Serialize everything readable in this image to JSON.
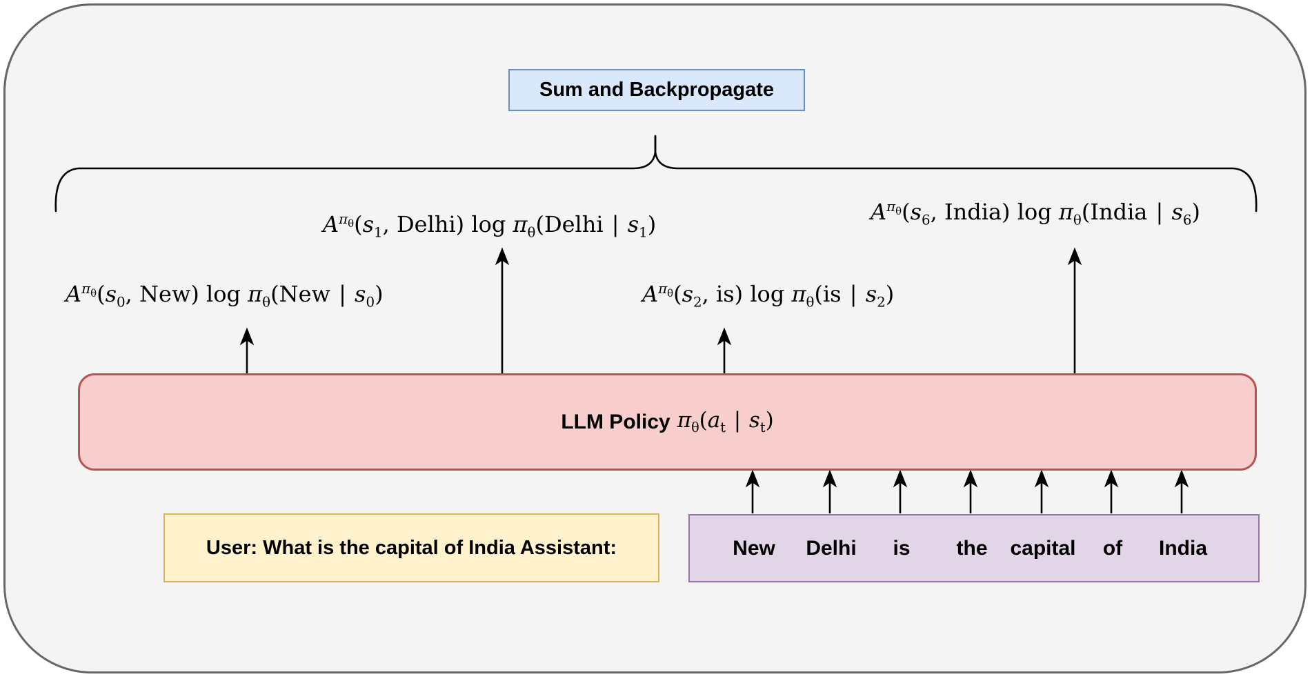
{
  "colors": {
    "canvas_fill": "#f4f4f4",
    "canvas_stroke": "#666666",
    "blue_fill": "#dae8fc",
    "blue_stroke": "#6c8ebf",
    "red_fill": "#f8cecc",
    "red_stroke": "#b85450",
    "yellow_fill": "#fff2cc",
    "yellow_stroke": "#d6b656",
    "purple_fill": "#e1d5e7",
    "purple_stroke": "#9673a6",
    "line": "#000000"
  },
  "sum_box": {
    "label": "Sum and Backpropagate"
  },
  "policy_box": {
    "label": "LLM Policy",
    "math": [
      {
        "t": "psub",
        "v": "π",
        "s": "θ"
      },
      {
        "t": "r",
        "v": "("
      },
      {
        "t": "i",
        "v": "a"
      },
      {
        "t": "sub",
        "v": "t"
      },
      {
        "t": "bar",
        "v": "|"
      },
      {
        "t": "i",
        "v": "s"
      },
      {
        "t": "sub",
        "v": "t"
      },
      {
        "t": "r",
        "v": ")"
      }
    ]
  },
  "prompt_box": {
    "label": "User: What is the capital of India Assistant:"
  },
  "response_tokens": [
    "New",
    "Delhi",
    "is",
    "the",
    "capital",
    "of",
    "India"
  ],
  "gradient_terms": [
    {
      "segments": [
        {
          "t": "i",
          "v": "A"
        },
        {
          "t": "sup2",
          "v": "π",
          "s": "θ"
        },
        {
          "t": "r",
          "v": "("
        },
        {
          "t": "i",
          "v": "s"
        },
        {
          "t": "sub",
          "v": "0"
        },
        {
          "t": "r",
          "v": ", New) log "
        },
        {
          "t": "psub",
          "v": "π",
          "s": "θ"
        },
        {
          "t": "r",
          "v": "(New"
        },
        {
          "t": "bar",
          "v": "|"
        },
        {
          "t": "i",
          "v": "s"
        },
        {
          "t": "sub",
          "v": "0"
        },
        {
          "t": "r",
          "v": ")"
        }
      ]
    },
    {
      "segments": [
        {
          "t": "i",
          "v": "A"
        },
        {
          "t": "sup2",
          "v": "π",
          "s": "θ"
        },
        {
          "t": "r",
          "v": "("
        },
        {
          "t": "i",
          "v": "s"
        },
        {
          "t": "sub",
          "v": "1"
        },
        {
          "t": "r",
          "v": ", Delhi) log "
        },
        {
          "t": "psub",
          "v": "π",
          "s": "θ"
        },
        {
          "t": "r",
          "v": "(Delhi"
        },
        {
          "t": "bar",
          "v": "|"
        },
        {
          "t": "i",
          "v": "s"
        },
        {
          "t": "sub",
          "v": "1"
        },
        {
          "t": "r",
          "v": ")"
        }
      ]
    },
    {
      "segments": [
        {
          "t": "i",
          "v": "A"
        },
        {
          "t": "sup2",
          "v": "π",
          "s": "θ"
        },
        {
          "t": "r",
          "v": "("
        },
        {
          "t": "i",
          "v": "s"
        },
        {
          "t": "sub",
          "v": "2"
        },
        {
          "t": "r",
          "v": ", is) log "
        },
        {
          "t": "psub",
          "v": "π",
          "s": "θ"
        },
        {
          "t": "r",
          "v": "(is"
        },
        {
          "t": "bar",
          "v": "|"
        },
        {
          "t": "i",
          "v": "s"
        },
        {
          "t": "sub",
          "v": "2"
        },
        {
          "t": "r",
          "v": ")"
        }
      ]
    },
    {
      "segments": [
        {
          "t": "i",
          "v": "A"
        },
        {
          "t": "sup2",
          "v": "π",
          "s": "θ"
        },
        {
          "t": "r",
          "v": "("
        },
        {
          "t": "i",
          "v": "s"
        },
        {
          "t": "sub",
          "v": "6"
        },
        {
          "t": "r",
          "v": ", India) log "
        },
        {
          "t": "psub",
          "v": "π",
          "s": "θ"
        },
        {
          "t": "r",
          "v": "(India"
        },
        {
          "t": "bar",
          "v": "|"
        },
        {
          "t": "i",
          "v": "s"
        },
        {
          "t": "sub",
          "v": "6"
        },
        {
          "t": "r",
          "v": ")"
        }
      ]
    }
  ]
}
